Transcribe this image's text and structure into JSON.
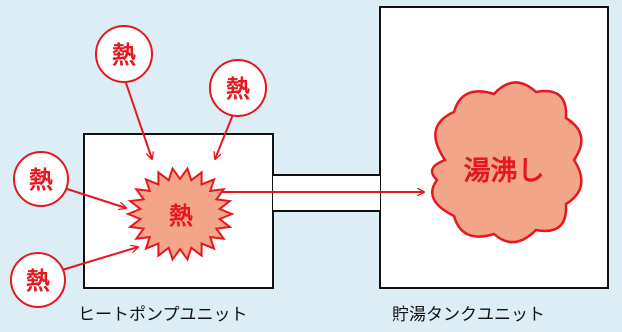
{
  "heat_label": "熱",
  "boiling_label": "湯沸し",
  "heat_pump_unit_label": "ヒートポンプユニット",
  "tank_unit_label": "貯湯タンクユニット",
  "colors": {
    "background": "#dcedf6",
    "accent_red": "#e5171f",
    "heat_fill": "#f3a58a",
    "box_fill": "#ffffff",
    "outline": "#111111"
  }
}
